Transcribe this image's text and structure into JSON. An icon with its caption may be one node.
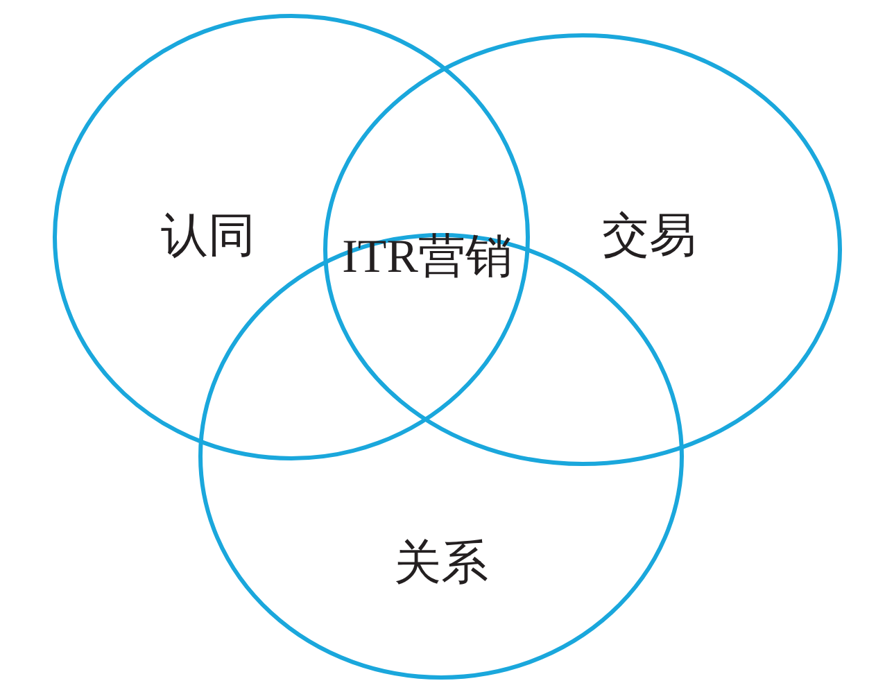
{
  "diagram": {
    "nodes": [
      {
        "text": [
          "认同"
        ]
      },
      {
        "text": [
          "交易"
        ]
      },
      {
        "text": [
          "关系"
        ]
      }
    ],
    "edges": [],
    "labels": [
      "ITR营销"
    ]
  }
}
